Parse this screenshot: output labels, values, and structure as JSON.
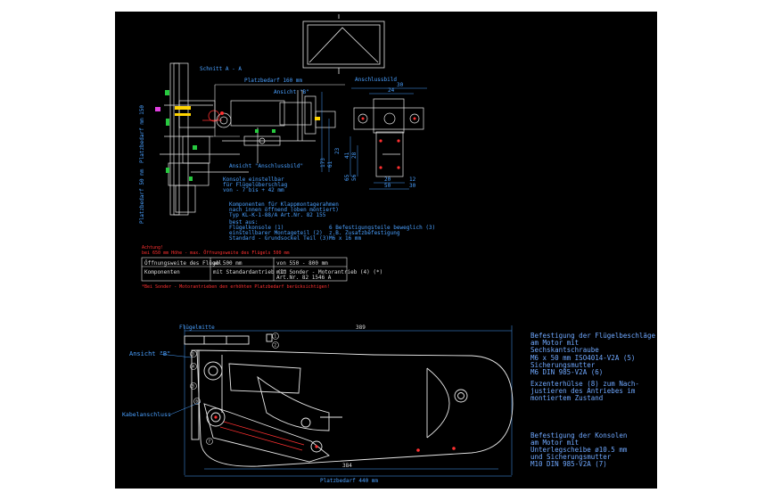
{
  "colors": {
    "background": "#000000",
    "line": "#e8e8e8",
    "dim": "#4aa0ff",
    "accent_red": "#ff3030",
    "accent_green": "#27c93f",
    "accent_yellow": "#ffd400",
    "accent_magenta": "#e040e0"
  },
  "top_section": {
    "schnitt_label": "Schnitt A - A",
    "platzbedarf_top": "Platzbedarf 160 mm",
    "ansicht_b_top": "Ansicht \"B\"",
    "anschlussbild": "Anschlussbild",
    "ansicht_anschlussbild": "Ansicht \"Anschlussbild\"",
    "left_vert_1": "Platzbedarf mm 150",
    "left_vert_2": "Platzbedarf 50 mm",
    "dims": {
      "d30": "30",
      "d24": "24",
      "d20": "20",
      "d12": "12",
      "d65": "65",
      "d41": "41",
      "d28": "28",
      "d50": "50",
      "d56": "56",
      "d30b": "30",
      "d173": "173",
      "d61": "61",
      "d23": "23"
    },
    "notes_konsole": [
      "Konsole einstellbar",
      "für Flügelüberschlag",
      "von - 7 bis + 42 mm"
    ],
    "notes_kompo": [
      "Komponenten für Klappmontagerahmen",
      "nach innen öffnend (oben montiert)",
      "Typ KL-K-1-88/A Art.Nr. 82 155"
    ],
    "notes_best": [
      "best aus:",
      "Flügelkonsole (1)",
      "einstellbarer Montageteil (2)",
      "Standard - Grundsockel Teil (3)"
    ],
    "notes_befest": [
      "6 Befestigungsteile beweglich (3)",
      "z.B. Zusatzbefestigung",
      "M6 x 16 mm"
    ]
  },
  "warning": {
    "line1": "Achtung!",
    "line2": "bei 650 mm Höhe - max. Öffnungsweite des Flügels 500 mm",
    "footnote": "*Bei Sonder - Motorantrieben den erhöhten Platzbedarf berücksichtigen!"
  },
  "spec_table": {
    "rows": [
      [
        "Öffnungsweite des Flügel",
        "ab 500 mm",
        "von 550 - 800 mm"
      ],
      [
        "Komponenten",
        "mit Standardantrieb (1)",
        "mit Sonder - Motorantrieb (4) (*)"
      ],
      [
        "",
        "",
        "Art.Nr. 82 1546 A"
      ]
    ]
  },
  "bottom_section": {
    "fluegelmitte": "Flügelmitte",
    "ansicht_b": "Ansicht \"B\"",
    "kabelanschluss": "Kabelanschluss",
    "dim_389": "389",
    "dim_384": "384",
    "platzbedarf_bottom": "Platzbedarf 440 mm",
    "callouts": [
      "1",
      "2",
      "3",
      "4",
      "5",
      "6",
      "7"
    ]
  },
  "side_notes": {
    "block1": [
      "Befestigung der Flügelbeschläge",
      "am Motor mit",
      "Sechskantschraube",
      "M6 x 50 mm ISO4014-V2A (5)",
      "Sicherungsmutter",
      "M6 DIN 985-V2A (6)"
    ],
    "block2": [
      "Exzenterhülse (8) zum Nach-",
      "justieren des Antriebes im",
      "montiertem Zustand"
    ],
    "block3": [
      "Befestigung der Konsolen",
      "am Motor mit",
      "Unterlegscheibe ø10.5 mm",
      "und Sicherungsmutter",
      "M10 DIN 985-V2A (7)"
    ]
  }
}
